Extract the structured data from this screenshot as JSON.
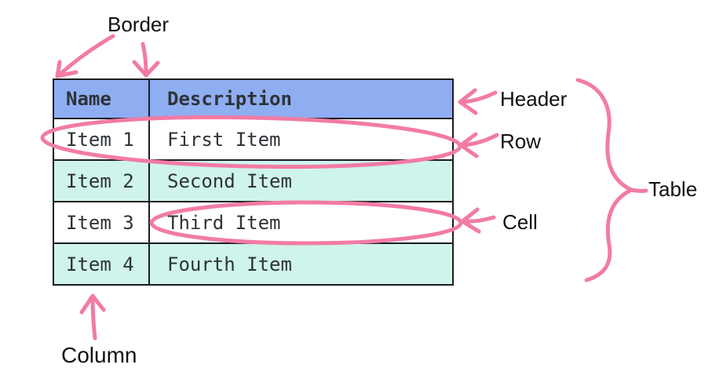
{
  "table": {
    "headers": [
      "Name",
      "Description"
    ],
    "rows": [
      [
        "Item 1",
        "First Item"
      ],
      [
        "Item 2",
        "Second Item"
      ],
      [
        "Item 3",
        "Third Item"
      ],
      [
        "Item 4",
        "Fourth Item"
      ]
    ]
  },
  "labels": {
    "border": "Border",
    "header": "Header",
    "row": "Row",
    "cell": "Cell",
    "table": "Table",
    "column": "Column"
  },
  "colors": {
    "header_bg": "#8FADF1",
    "stripe_bg": "#CFF4EC",
    "annotation_pink": "#F27BA4",
    "table_border": "#1C1C24",
    "table_text": "#2E3338"
  }
}
